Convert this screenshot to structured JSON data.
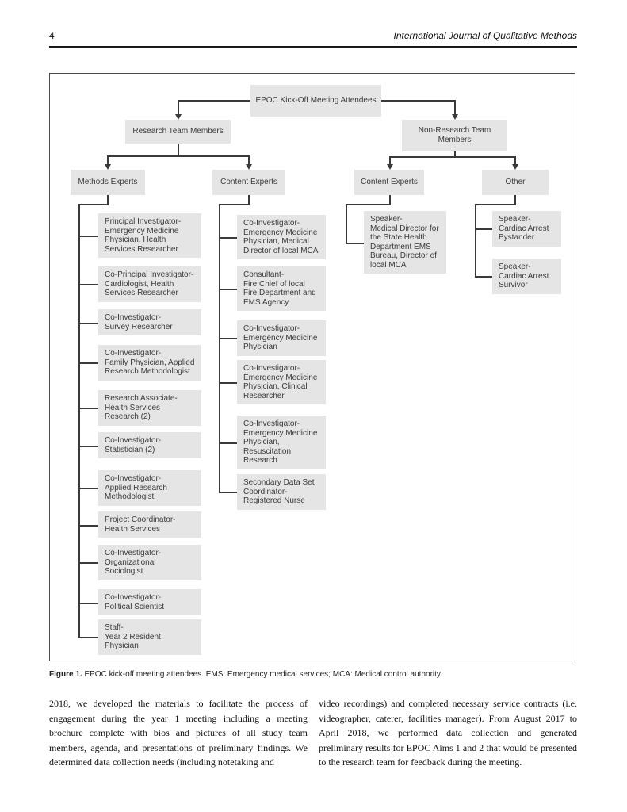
{
  "page": {
    "page_number": "4",
    "journal_title": "International Journal of Qualitative Methods"
  },
  "figure": {
    "caption_label": "Figure 1.",
    "caption_text": " EPOC kick-off meeting attendees. EMS: Emergency medical services; MCA: Medical control authority.",
    "colors": {
      "box_fill": "#e5e5e5",
      "connector": "#3a3a3a",
      "frame": "#4a4a4a"
    },
    "tree": {
      "root_label": "EPOC Kick-Off Meeting Attendees",
      "research": {
        "label": "Research Team Members",
        "methods": {
          "label": "Methods Experts",
          "leaves": [
            "Principal Investigator-\nEmergency Medicine\nPhysician, Health\nServices Researcher",
            "Co-Principal Investigator-\nCardiologist, Health\nServices Researcher",
            "Co-Investigator-\nSurvey Researcher",
            "Co-Investigator-\nFamily Physician, Applied\nResearch Methodologist",
            "Research Associate-\nHealth Services\nResearch (2)",
            "Co-Investigator-\nStatistician (2)",
            "Co-Investigator-\nApplied Research\nMethodologist",
            "Project Coordinator-\nHealth Services",
            "Co-Investigator-\nOrganizational\nSociologist",
            "Co-Investigator-\nPolitical Scientist",
            "Staff-\nYear 2 Resident\nPhysician"
          ]
        },
        "content": {
          "label": "Content Experts",
          "leaves": [
            "Co-Investigator-\nEmergency Medicine\nPhysician, Medical\nDirector of local MCA",
            "Consultant-\nFire Chief of local\nFire Department and\nEMS Agency",
            "Co-Investigator-\nEmergency Medicine\nPhysician",
            "Co-Investigator-\nEmergency Medicine\nPhysician, Clinical\nResearcher",
            "Co-Investigator-\nEmergency Medicine\nPhysician,\nResuscitation\nResearch",
            "Secondary Data Set\nCoordinator-\nRegistered Nurse"
          ]
        }
      },
      "nonresearch": {
        "label": "Non-Research Team Members",
        "content": {
          "label": "Content Experts",
          "leaves": [
            "Speaker-\nMedical Director for\nthe State Health\nDepartment EMS\nBureau, Director of\nlocal MCA"
          ]
        },
        "other": {
          "label": "Other",
          "leaves": [
            "Speaker-\nCardiac Arrest\nBystander",
            "Speaker-\nCardiac Arrest\nSurvivor"
          ]
        }
      }
    }
  },
  "body": {
    "col_left": "2018, we developed the materials to facilitate the process of engagement during the year 1 meeting including a meeting brochure complete with bios and pictures of all study team members, agenda, and presentations of preliminary findings. We determined data collection needs (including notetaking and",
    "col_right": "video recordings) and completed necessary service contracts (i.e. videographer, caterer, facilities manager). From August 2017 to April 2018, we performed data collection and generated preliminary results for EPOC Aims 1 and 2 that would be presented to the research team for feedback during the meeting."
  }
}
